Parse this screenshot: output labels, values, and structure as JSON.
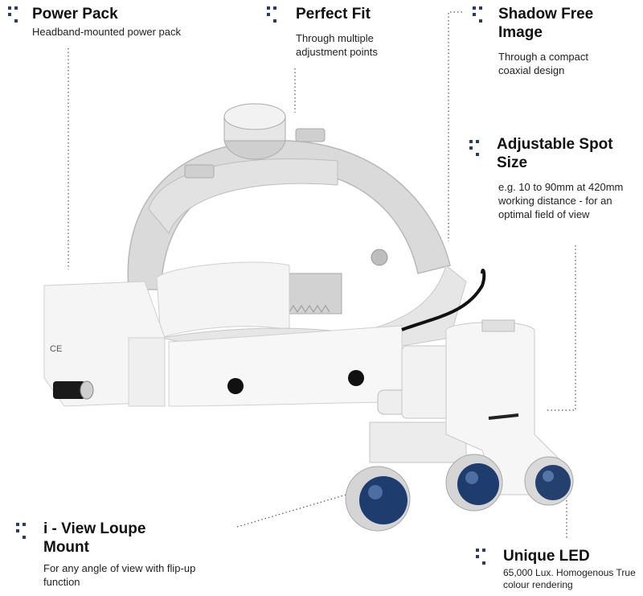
{
  "features": [
    {
      "id": "power-pack",
      "title": "Power Pack",
      "desc": "Headband-mounted power pack"
    },
    {
      "id": "perfect-fit",
      "title": "Perfect Fit",
      "desc": "Through multiple adjustment points"
    },
    {
      "id": "shadow-free",
      "title": "Shadow Free Image",
      "desc": "Through a compact coaxial design"
    },
    {
      "id": "spot-size",
      "title": "Adjustable Spot Size",
      "desc": "e.g. 10 to 90mm at 420mm working distance - for an optimal field of view"
    },
    {
      "id": "loupe-mount",
      "title": "i - View Loupe Mount",
      "desc": "For any angle of view with flip-up function"
    },
    {
      "id": "unique-led",
      "title": "Unique LED",
      "desc": "65,000 Lux. Homogenous True colour rendering"
    }
  ],
  "product_marking": "CE",
  "colors": {
    "accent": "#2f3d5c",
    "headband": "#d9d9d9",
    "padding": "#f7f7f7",
    "lens": "#1f3c6e"
  }
}
